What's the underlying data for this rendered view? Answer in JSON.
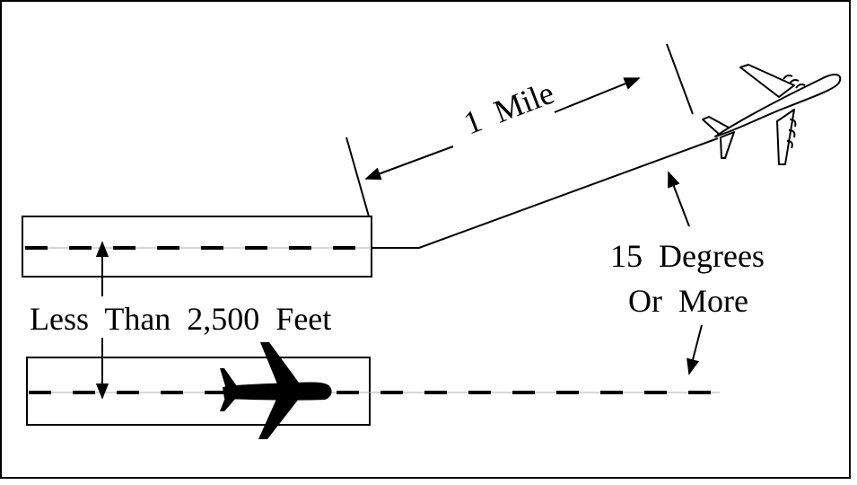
{
  "labels": {
    "distance": "1  Mile",
    "angle_line1": "15  Degrees",
    "angle_line2": "Or  More",
    "separation": "Less  Than  2,500  Feet"
  },
  "colors": {
    "ink": "#000000",
    "centerline_guide": "#b0b0b0",
    "background": "#ffffff"
  }
}
